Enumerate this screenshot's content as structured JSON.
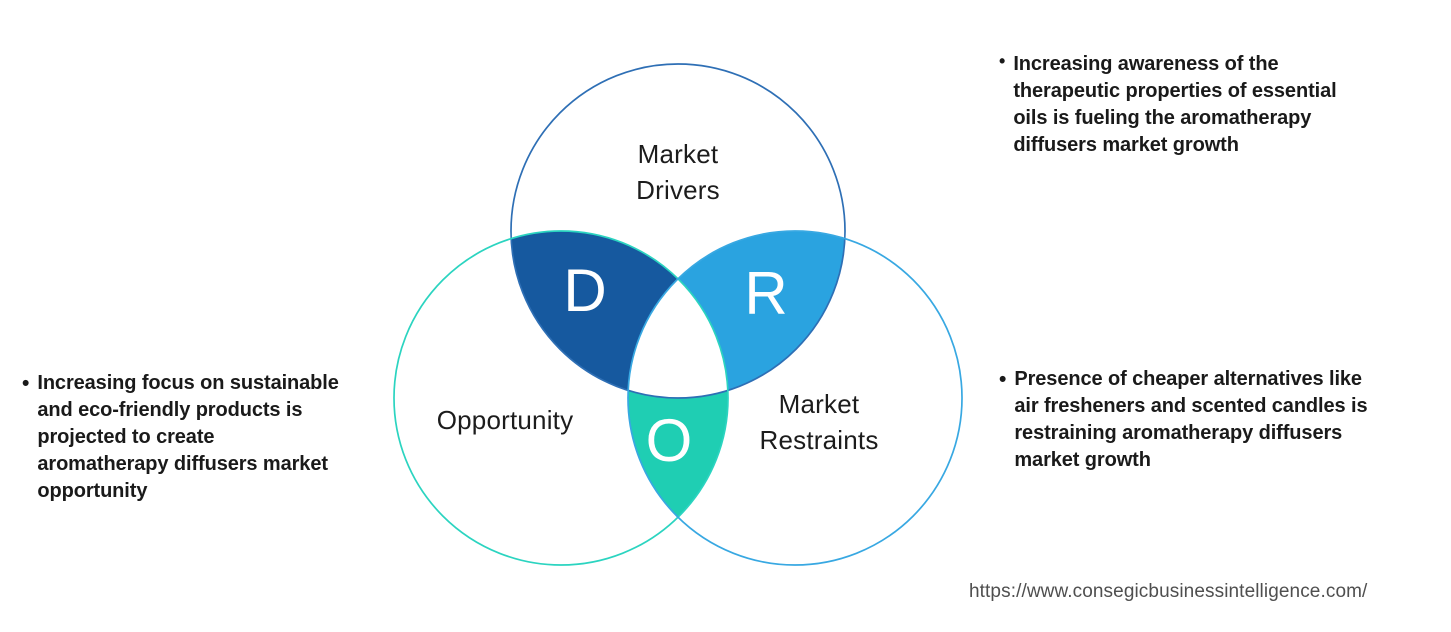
{
  "venn": {
    "drivers": {
      "label": "Market\nDrivers",
      "letter": "D",
      "lens_fill": "#16599f",
      "outline": "#2e6fb5"
    },
    "restraints": {
      "label": "Market\nRestraints",
      "letter": "R",
      "lens_fill": "#2aa3e0",
      "outline": "#38a8e2"
    },
    "opportunity": {
      "label": "Opportunity",
      "letter": "O",
      "lens_fill": "#1fceb3",
      "outline": "#2bd4c0"
    }
  },
  "bullets": {
    "top_right": {
      "marker": "•",
      "text": "Increasing awareness of the\ntherapeutic properties of essential\noils is fueling the aromatherapy\ndiffusers market growth"
    },
    "mid_right": {
      "marker": "•",
      "text": "Presence of cheaper alternatives like\nair fresheners and scented candles is\nrestraining aromatherapy diffusers\nmarket growth"
    },
    "left": {
      "marker": "•",
      "text": "Increasing focus on sustainable\nand eco-friendly products is\nprojected to create\naromatherapy diffusers market\nopportunity"
    }
  },
  "footer": {
    "url": "https://www.consegicbusinessintelligence.com/"
  }
}
